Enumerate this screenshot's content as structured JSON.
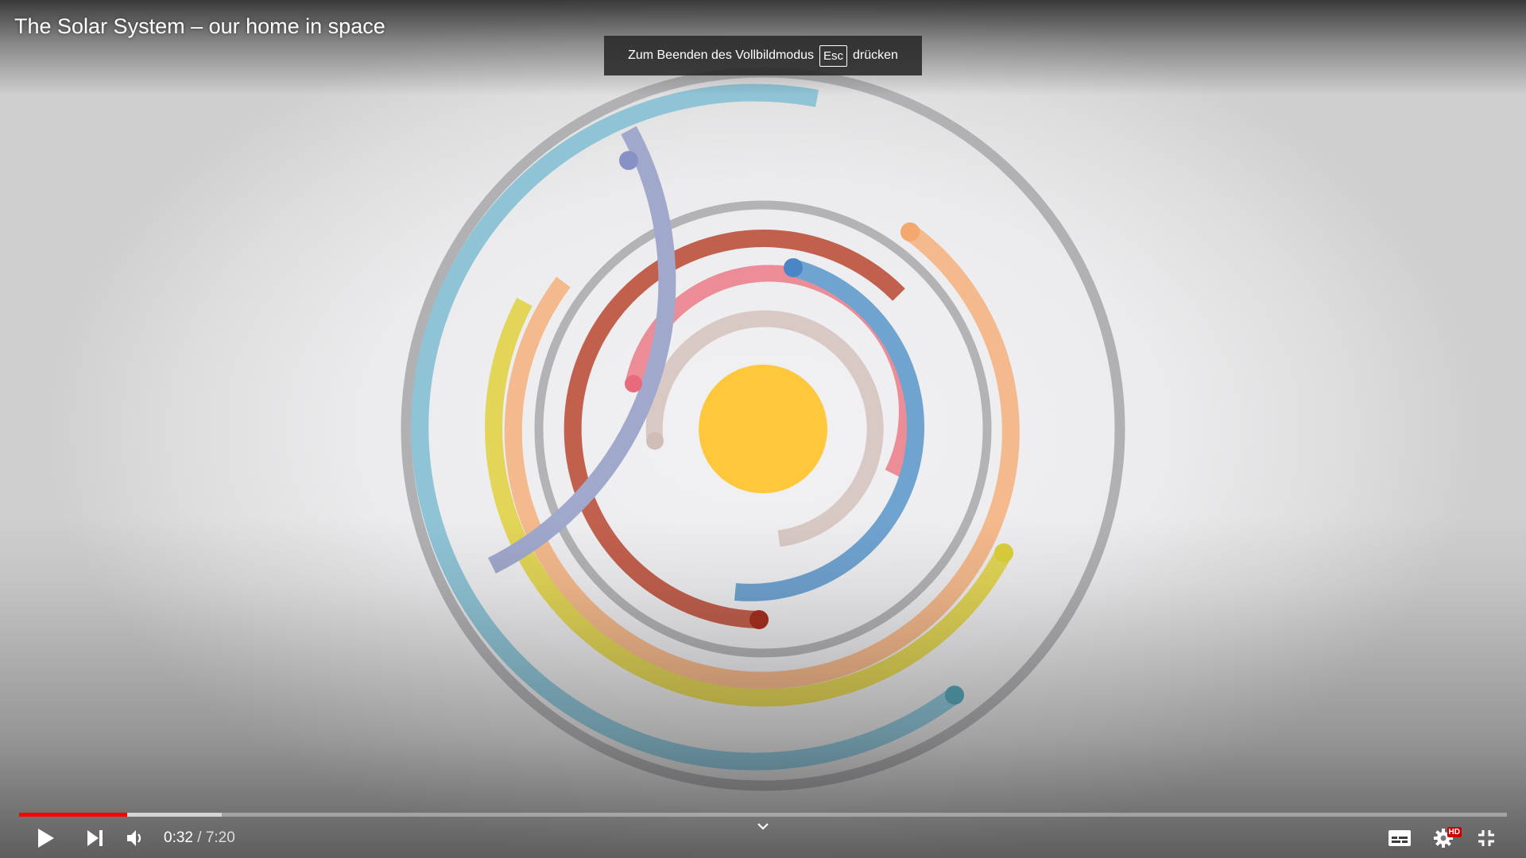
{
  "video": {
    "title": "The Solar System – our home in space"
  },
  "fullscreen_notice": {
    "before": "Zum Beenden des Vollbildmodus",
    "key": "Esc",
    "after": "drücken"
  },
  "player": {
    "progress_fraction": 0.0727,
    "buffered_fraction": 0.1364,
    "time_current": "0:32",
    "time_separator": " / ",
    "time_duration": "7:20",
    "played_color": "#ff0000"
  },
  "controls": {
    "play_icon": "play-icon",
    "next_icon": "next-icon",
    "volume_icon": "volume-icon",
    "expand_icon": "chevron-down-icon",
    "subtitles_icon": "subtitles-icon",
    "settings_icon": "settings-icon",
    "hd_badge": "HD",
    "exit_fullscreen_icon": "exit-fullscreen-icon"
  },
  "scene": {
    "sun_color": "#ffc73b",
    "orbit_color": "#b3b2b5",
    "planet_arc_colors": [
      "#d9c9c4",
      "#ec8c96",
      "#6fa3d0",
      "#c2604e",
      "#f4b98c",
      "#e2d557",
      "#a0a8cc",
      "#8fc4d6"
    ]
  }
}
